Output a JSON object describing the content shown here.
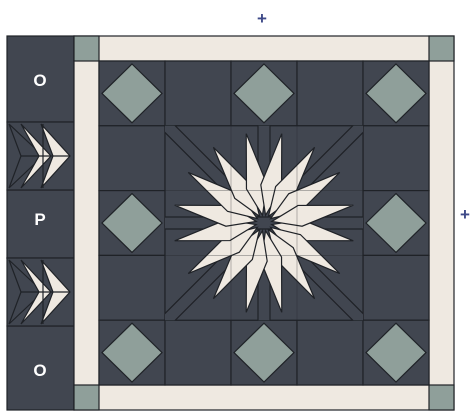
{
  "labels": {
    "top_plus": "+",
    "right_plus": "+",
    "strip_top": "O",
    "strip_middle": "P",
    "strip_bottom": "O"
  },
  "colors": {
    "dark_navy": "#414650",
    "sage": "#8f9f9a",
    "cream": "#efe9e1",
    "outline": "#1f2227",
    "plus_color": "#3e4a88",
    "label_color": "#ffffff",
    "background": "#ffffff"
  }
}
